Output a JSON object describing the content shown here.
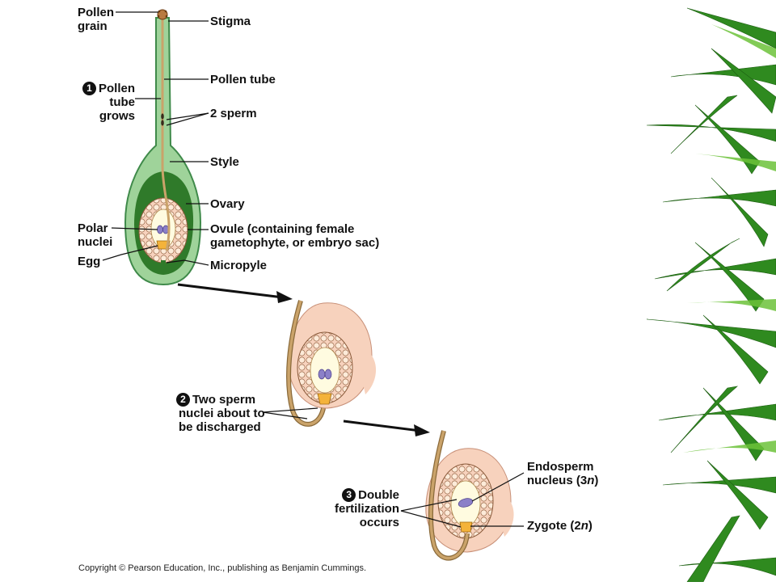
{
  "labels": {
    "pollen_grain_1": "Pollen",
    "pollen_grain_2": "grain",
    "stigma": "Stigma",
    "pollen_tube": "Pollen tube",
    "step1_num": "1",
    "step1_l1": "Pollen",
    "step1_l2": "tube",
    "step1_l3": "grows",
    "two_sperm": "2 sperm",
    "style": "Style",
    "ovary": "Ovary",
    "polar_1": "Polar",
    "polar_2": "nuclei",
    "ovule_1": "Ovule (containing female",
    "ovule_2": "gametophyte, or embryo sac)",
    "egg": "Egg",
    "micropyle": "Micropyle",
    "step2_num": "2",
    "step2_l1": "Two sperm",
    "step2_l2": "nuclei about to",
    "step2_l3": "be discharged",
    "endosperm_1": "Endosperm",
    "endosperm_2a": "nucleus (3",
    "endosperm_2b": "n",
    "endosperm_2c": ")",
    "step3_num": "3",
    "step3_l1": "Double",
    "step3_l2": "fertilization",
    "step3_l3": "occurs",
    "zygote_a": "Zygote (2",
    "zygote_b": "n",
    "zygote_c": ")"
  },
  "copyright": "Copyright © Pearson Education, Inc., publishing as Benjamin Cummings.",
  "colors": {
    "style_green": "#9fd39a",
    "style_outline": "#3f8a4a",
    "ovary_dark": "#2f7a2a",
    "ovule_pink": "#f7d2bd",
    "embryo_sac": "#fffbe0",
    "pollen_tube": "#caa36a",
    "polar_purple": "#8b80c8",
    "egg_orange": "#f4b33a",
    "bamboo_green": "#2f8a1f"
  }
}
